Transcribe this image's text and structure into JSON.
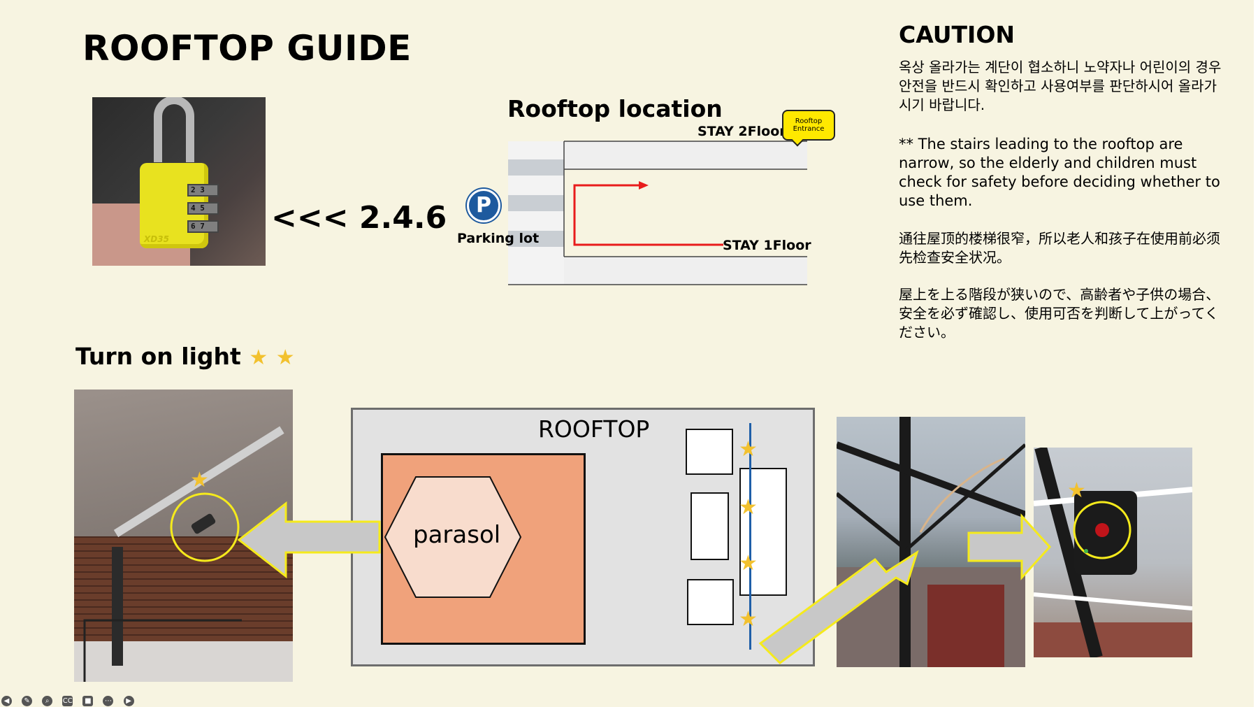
{
  "title": "ROOFTOP GUIDE",
  "lock": {
    "code": "<<< 2.4.6",
    "dials": [
      "2 3",
      "4 5",
      "6 7"
    ],
    "brand": "XD35"
  },
  "location": {
    "title": "Rooftop location",
    "floor2": "STAY 2Floor",
    "floor1": "STAY 1Floor",
    "parking_icon": "P",
    "parking_label": "Parking lot",
    "bubble_line1": "Rooftop",
    "bubble_line2": "Entrance"
  },
  "caution": {
    "title": "CAUTION",
    "ko": "옥상 올라가는 계단이 협소하니 노약자나 어린이의 경우 안전을 반드시 확인하고 사용여부를 판단하시어 올라가시기 바랍니다.",
    "en": "** The stairs leading to the rooftop are narrow, so the elderly and children must check for safety before deciding whether to use them.",
    "zh": "通往屋顶的楼梯很窄，所以老人和孩子在使用前必须先检查安全状况。",
    "ja": "屋上を上る階段が狭いので、高齢者や子供の場合、安全を必ず確認し、使用可否を判断して上がってください。"
  },
  "light": {
    "title": "Turn on light",
    "star_icon": "★"
  },
  "rooftop_map": {
    "label": "ROOFTOP",
    "parasol": "parasol"
  },
  "colors": {
    "background": "#f7f4e1",
    "arrow_red": "#e81c1c",
    "highlight_yellow": "#ffe800",
    "orange": "#f0a27b",
    "parasol_fill": "#f8dccd",
    "parking_blue": "#1e5a9e"
  },
  "toolbar": {
    "icons": [
      "back-icon",
      "pen-icon",
      "zoom-icon",
      "captions-icon",
      "camera-icon",
      "more-icon",
      "forward-icon"
    ],
    "cc": "CC"
  }
}
